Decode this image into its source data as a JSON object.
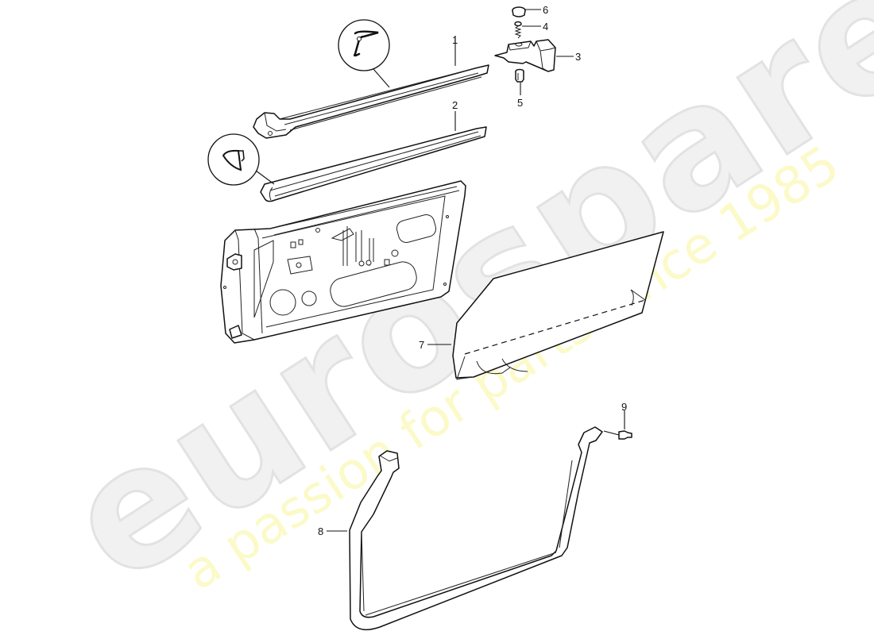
{
  "watermark": {
    "logo": "eurospares",
    "tagline": "a passion for parts since 1985",
    "logo_fill": "#f1f1f1",
    "tagline_color": "#fbfac8"
  },
  "diagram": {
    "title": "Door seals and door panel exploded view",
    "callouts": [
      {
        "id": "1",
        "label": "1",
        "part": "upper door seal strip with profile detail"
      },
      {
        "id": "2",
        "label": "2",
        "part": "lower door seal strip with profile detail"
      },
      {
        "id": "3",
        "label": "3",
        "part": "bracket"
      },
      {
        "id": "4",
        "label": "4",
        "part": "screw"
      },
      {
        "id": "5",
        "label": "5",
        "part": "nut / bushing"
      },
      {
        "id": "6",
        "label": "6",
        "part": "cap"
      },
      {
        "id": "7",
        "label": "7",
        "part": "door trim foil / cover sheet"
      },
      {
        "id": "8",
        "label": "8",
        "part": "door frame seal"
      },
      {
        "id": "9",
        "label": "9",
        "part": "clip / fastener"
      }
    ],
    "colors": {
      "line": "#111111",
      "background": "#ffffff"
    }
  }
}
